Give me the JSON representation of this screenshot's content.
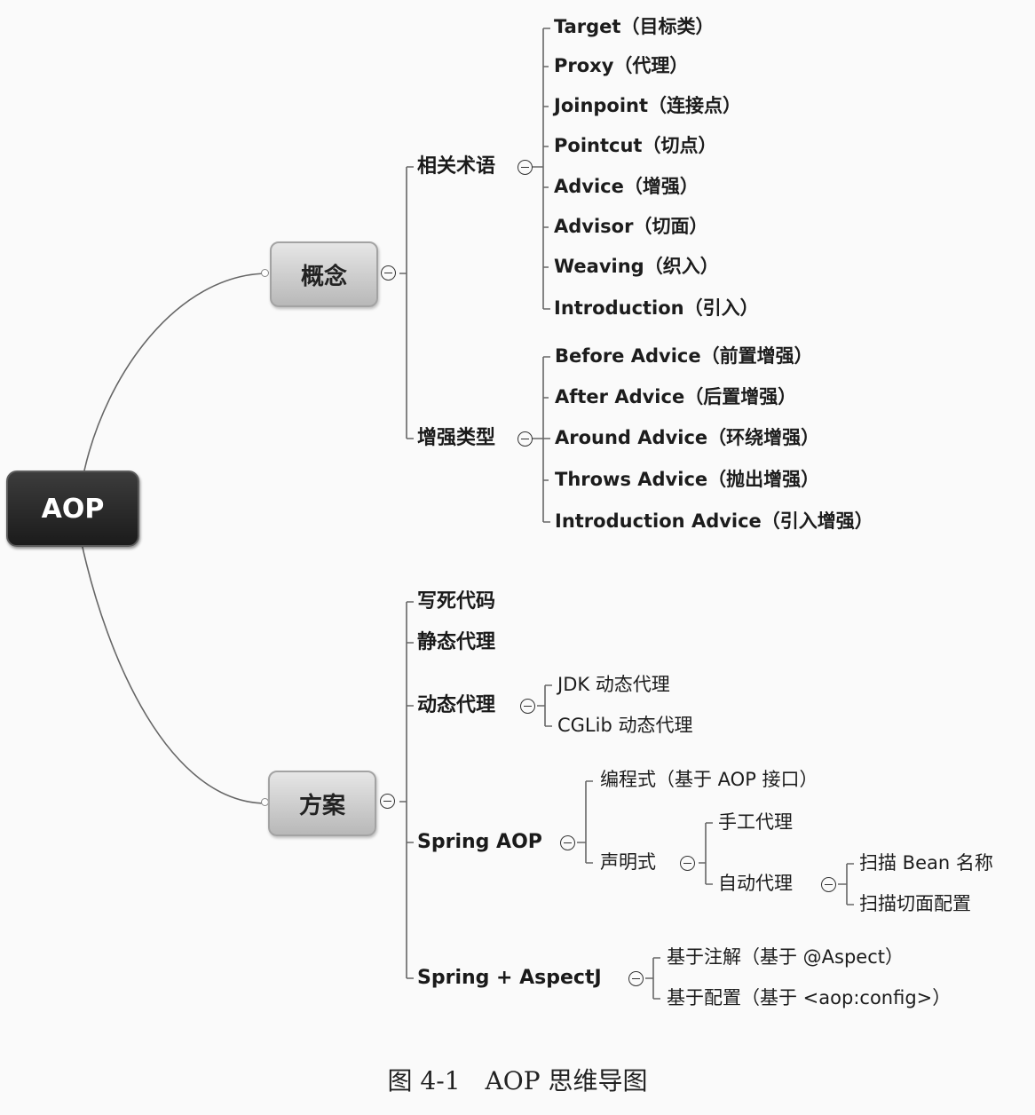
{
  "root": {
    "label": "AOP"
  },
  "branches": {
    "concept": {
      "label": "概念",
      "terms": {
        "label": "相关术语",
        "items": [
          "Target（目标类）",
          "Proxy（代理）",
          "Joinpoint（连接点）",
          "Pointcut（切点）",
          "Advice（增强）",
          "Advisor（切面）",
          "Weaving（织入）",
          "Introduction（引入）"
        ]
      },
      "advice_types": {
        "label": "增强类型",
        "items": [
          "Before Advice（前置增强）",
          "After Advice（后置增强）",
          "Around Advice（环绕增强）",
          "Throws Advice（抛出增强）",
          "Introduction Advice（引入增强）"
        ]
      }
    },
    "solution": {
      "label": "方案",
      "hardcode": "写死代码",
      "static_proxy": "静态代理",
      "dynamic_proxy": {
        "label": "动态代理",
        "items": [
          "JDK 动态代理",
          "CGLib 动态代理"
        ]
      },
      "spring_aop": {
        "label": "Spring AOP",
        "programmatic": "编程式（基于 AOP 接口）",
        "declarative": {
          "label": "声明式",
          "manual": "手工代理",
          "auto": {
            "label": "自动代理",
            "items": [
              "扫描 Bean 名称",
              "扫描切面配置"
            ]
          }
        }
      },
      "spring_aspectj": {
        "label": "Spring + AspectJ",
        "items": [
          "基于注解（基于 @Aspect）",
          "基于配置（基于 <aop:config>）"
        ]
      }
    }
  },
  "caption": "图 4-1　AOP 思维导图"
}
